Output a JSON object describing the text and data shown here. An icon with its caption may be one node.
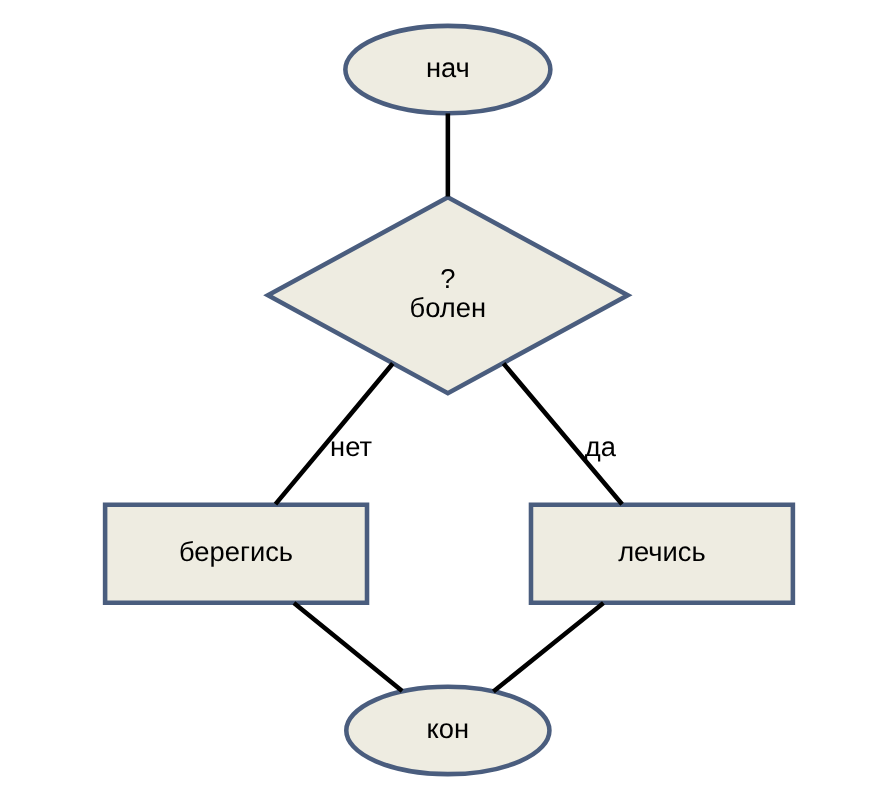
{
  "diagram": {
    "nodes": [
      {
        "text": [
          "нач"
        ]
      },
      {
        "text": [
          "?",
          "болен"
        ]
      },
      {
        "text": [
          "берегись"
        ]
      },
      {
        "text": [
          "лечись"
        ]
      },
      {
        "text": [
          "кон"
        ]
      }
    ],
    "edges": [
      {
        "from": 0,
        "to": 1,
        "arrow": "none"
      },
      {
        "from": 1,
        "to": 2,
        "arrow": "none",
        "label": "нет"
      },
      {
        "from": 1,
        "to": 3,
        "arrow": "none",
        "label": "да"
      },
      {
        "from": 2,
        "to": 4,
        "arrow": "none"
      },
      {
        "from": 3,
        "to": 4,
        "arrow": "none"
      }
    ]
  }
}
